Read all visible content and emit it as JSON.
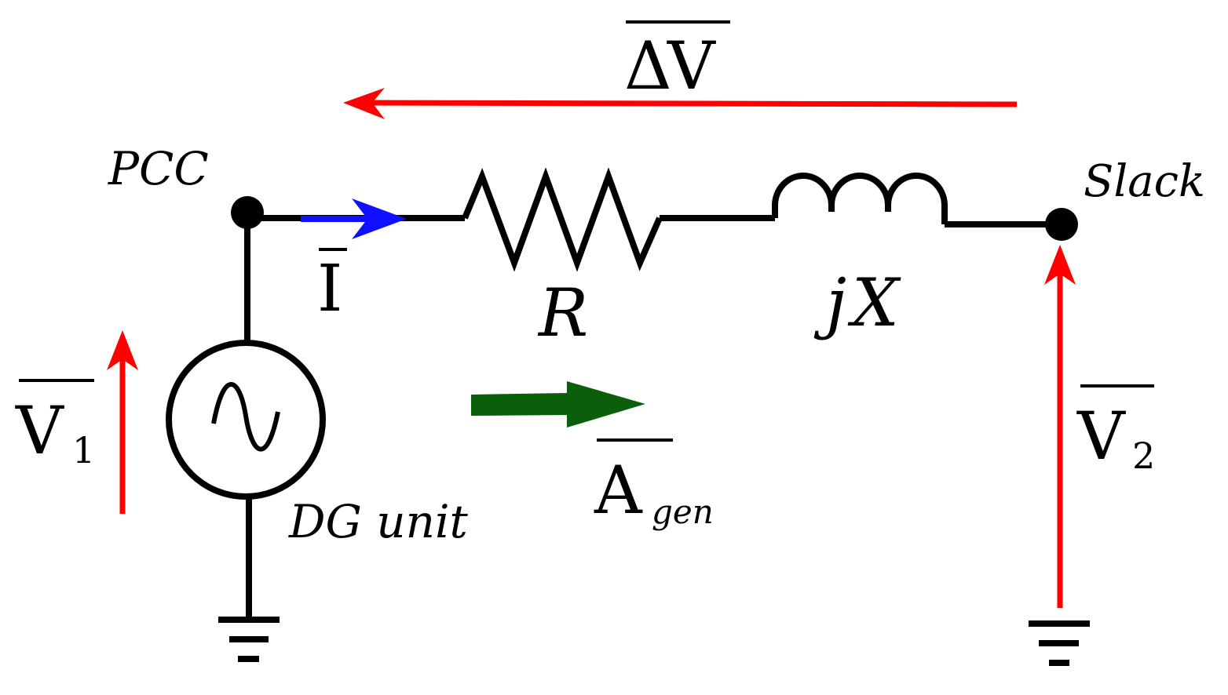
{
  "nodes": {
    "pcc_label": "PCC",
    "slack_label": "Slack"
  },
  "components": {
    "resistor_label": "R",
    "inductor_label_j": "j",
    "inductor_label_x": "X",
    "source_label": "DG unit"
  },
  "quantities": {
    "current": "I",
    "voltage_drop_delta": "Δ",
    "voltage_drop_v": "V",
    "v1_symbol": "V",
    "v1_subscript": "1",
    "v2_symbol": "V",
    "v2_subscript": "2",
    "apparent_power_symbol": "A",
    "apparent_power_subscript": "gen"
  },
  "colors": {
    "wire": "#000000",
    "voltage_arrow": "#ff0000",
    "current_arrow": "#1010ff",
    "power_arrow": "#0b5f0b"
  }
}
